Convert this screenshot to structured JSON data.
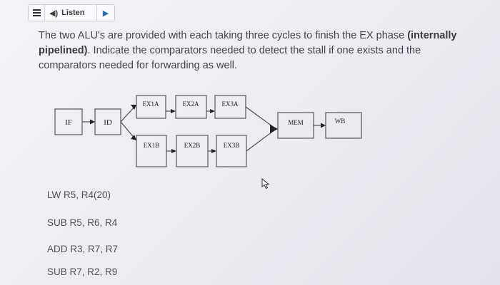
{
  "toolbar": {
    "listen_label": "Listen",
    "menu_icon": "hamburger-menu-icon",
    "speaker_icon": "speaker-icon",
    "play_icon": "play-icon"
  },
  "question": {
    "part1": "The two ALU's are provided with each taking three cycles to finish the EX phase ",
    "bold": "(internally pipelined)",
    "part2": ". Indicate the comparators needed to detect the stall if one exists and the comparators needed for forwarding as well."
  },
  "pipeline": {
    "if": "IF",
    "id": "ID",
    "ex1a": "EX1A",
    "ex2a": "EX2A",
    "ex3a": "EX3A",
    "ex1b": "EX1B",
    "ex2b": "EX2B",
    "ex3b": "EX3B",
    "mem": "MEM",
    "wb": "WB"
  },
  "instructions": [
    "LW R5, R4(20)",
    "SUB R5, R6, R4",
    "ADD R3, R7, R7",
    "SUB R7, R2, R9"
  ]
}
